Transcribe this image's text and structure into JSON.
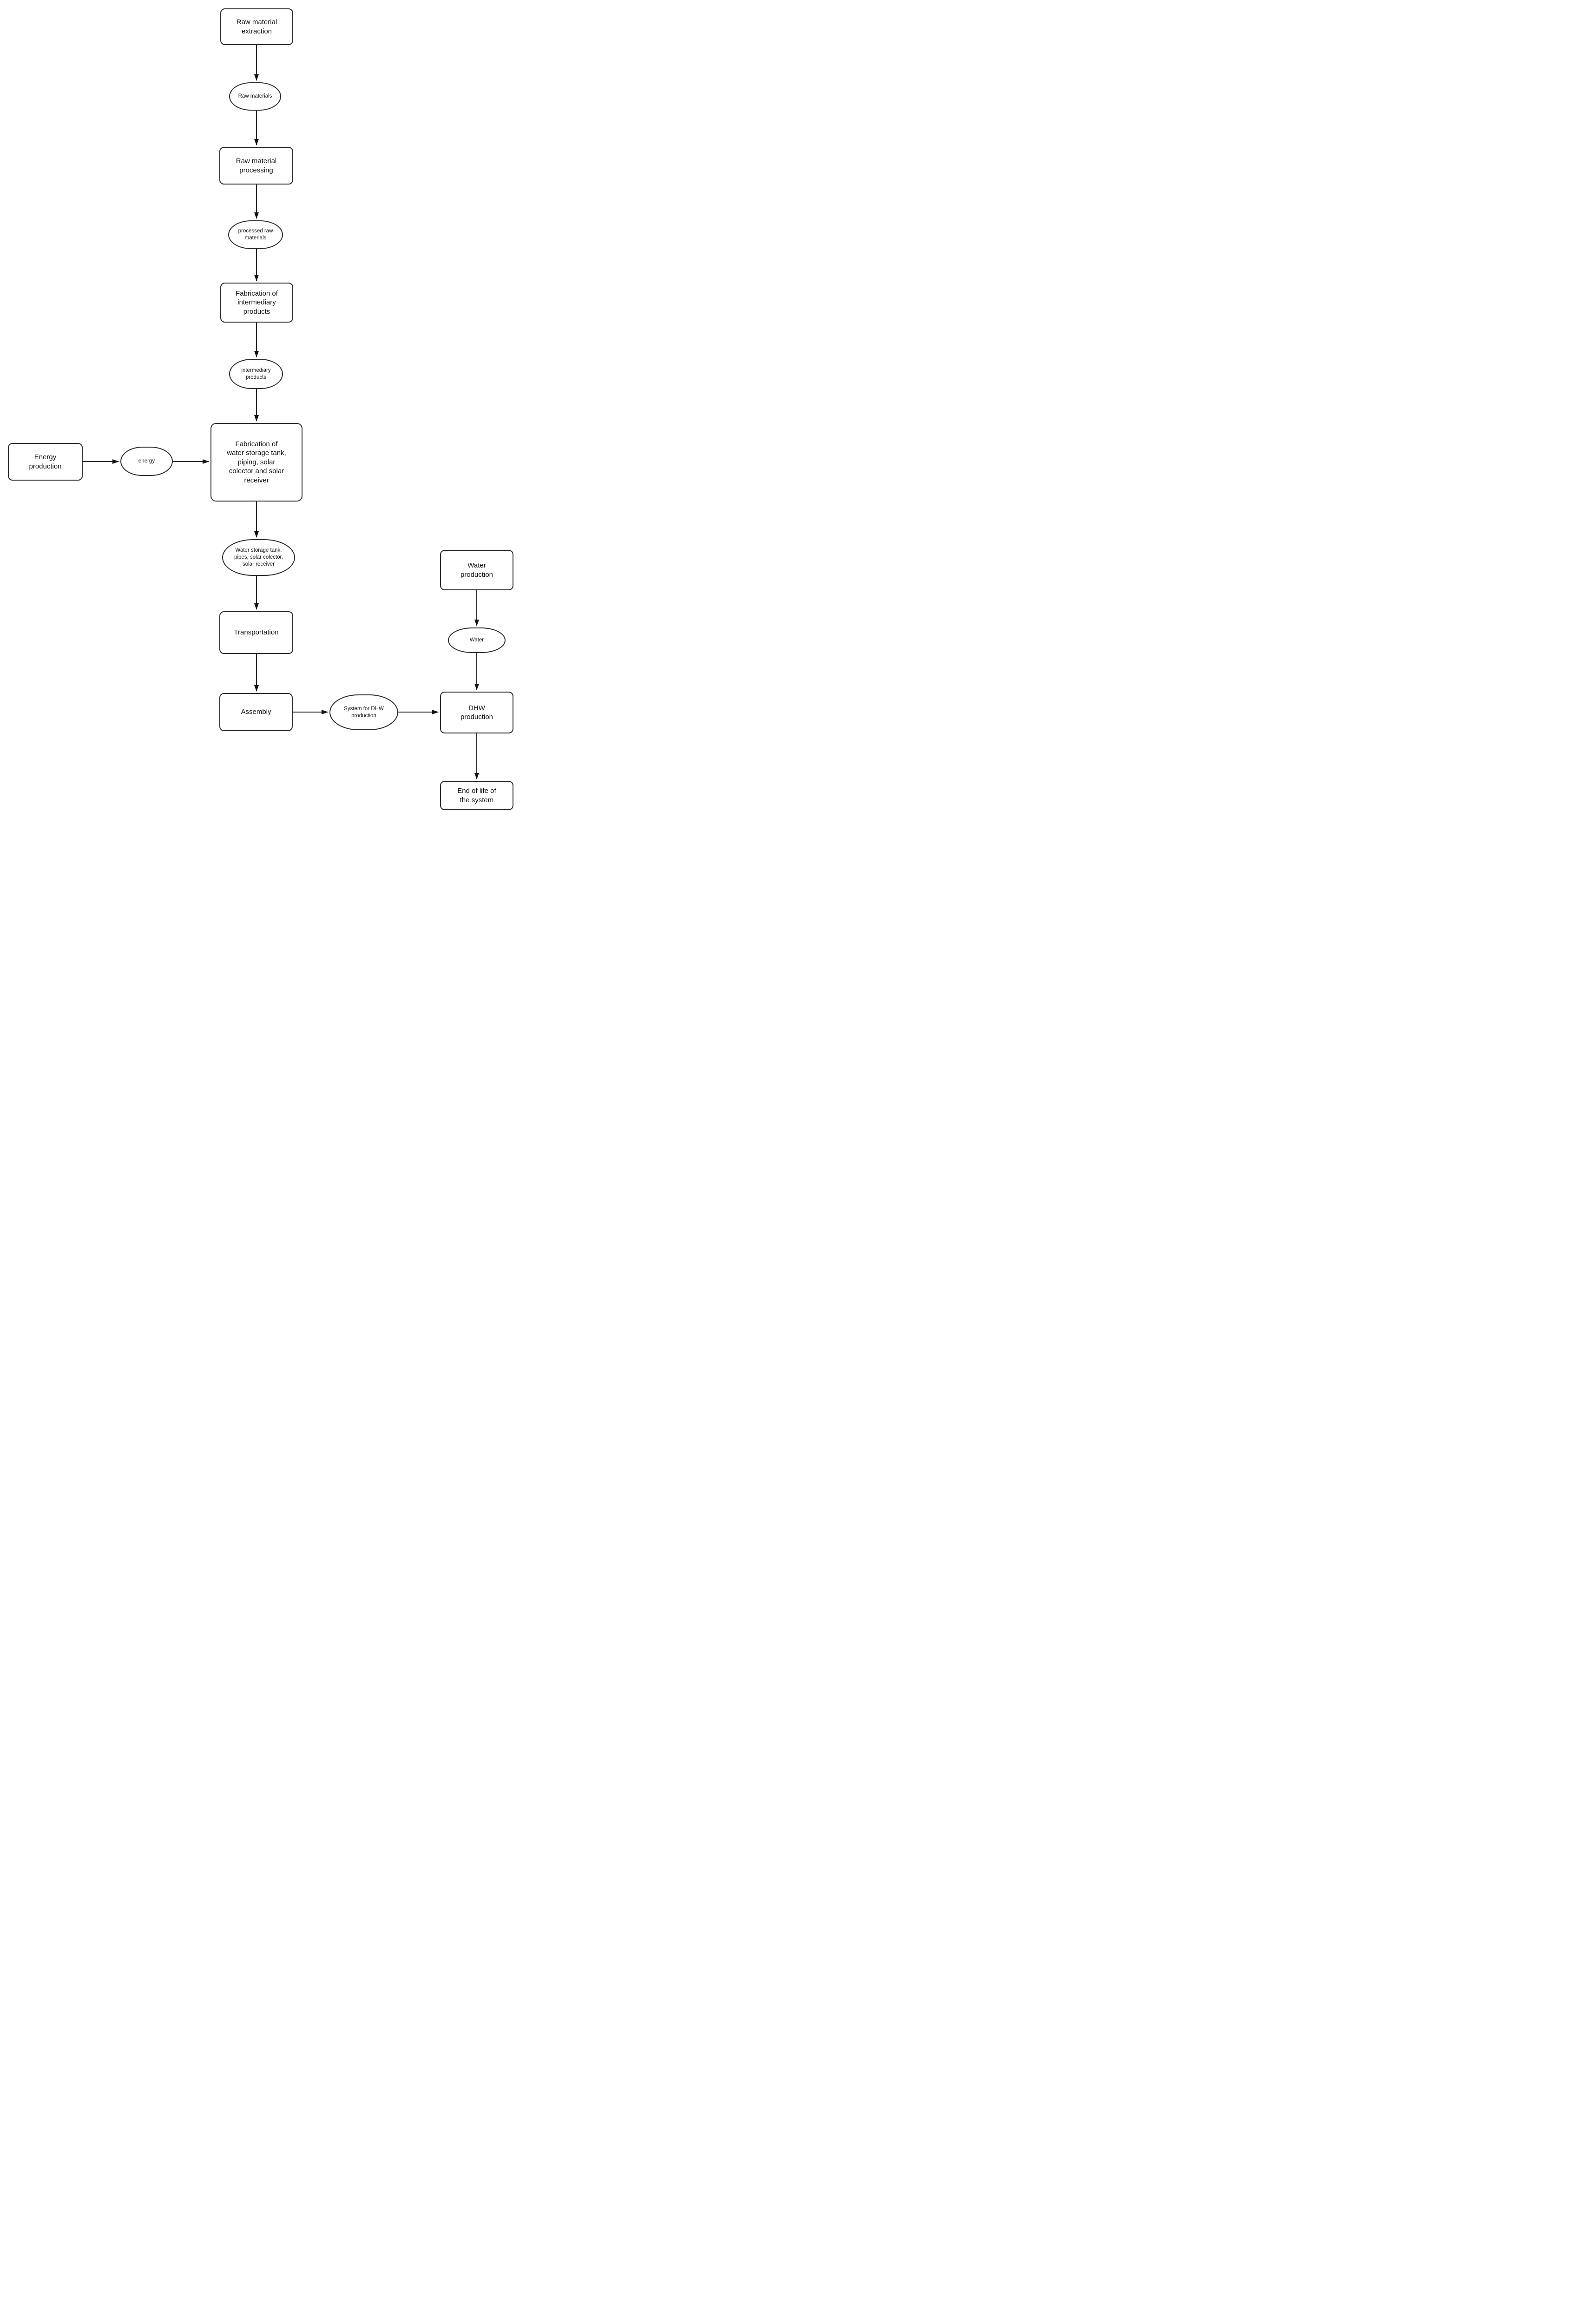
{
  "diagram": {
    "background_color": "#ffffff",
    "shape_fill": "#ffffff",
    "shape_border_color": "#2d2d2d",
    "arrow_color": "#2a2a2a",
    "text_color": "#111111",
    "nodes": {
      "raw_material_extraction": {
        "label": "Raw material\nextraction",
        "shape": "rounded-rectangle"
      },
      "raw_materials": {
        "label": "Raw materials",
        "shape": "oval"
      },
      "raw_material_processing": {
        "label": "Raw material\nprocessing",
        "shape": "rounded-rectangle"
      },
      "processed_raw_materials": {
        "label": "processed raw\nmaterials",
        "shape": "oval"
      },
      "fabrication_intermediary": {
        "label": "Fabrication of\nintermediary\nproducts",
        "shape": "rounded-rectangle"
      },
      "intermediary_products": {
        "label": "intermediary\nproducts",
        "shape": "oval"
      },
      "energy_production": {
        "label": "Energy\nproduction",
        "shape": "rounded-rectangle"
      },
      "energy": {
        "label": "energy",
        "shape": "oval"
      },
      "fabrication_components": {
        "label": "Fabrication of\nwater storage tank,\npiping, solar\ncolector and solar\nreceiver",
        "shape": "rounded-rectangle"
      },
      "water_storage_tank_parts": {
        "label": "Water storage tank,\npipes, solar colector,\nsolar receiver",
        "shape": "oval"
      },
      "transportation": {
        "label": "Transportation",
        "shape": "rounded-rectangle"
      },
      "assembly": {
        "label": "Assembly",
        "shape": "rounded-rectangle"
      },
      "system_for_dhw_production": {
        "label": "System for DHW\nproduction",
        "shape": "oval"
      },
      "water_production": {
        "label": "Water\nproduction",
        "shape": "rounded-rectangle"
      },
      "water": {
        "label": "Water",
        "shape": "oval"
      },
      "dhw_production": {
        "label": "DHW\nproduction",
        "shape": "rounded-rectangle"
      },
      "end_of_life": {
        "label": "End of life of\nthe system",
        "shape": "rounded-rectangle"
      }
    },
    "edges": [
      {
        "from": "raw_material_extraction",
        "to": "raw_materials"
      },
      {
        "from": "raw_materials",
        "to": "raw_material_processing"
      },
      {
        "from": "raw_material_processing",
        "to": "processed_raw_materials"
      },
      {
        "from": "processed_raw_materials",
        "to": "fabrication_intermediary"
      },
      {
        "from": "fabrication_intermediary",
        "to": "intermediary_products"
      },
      {
        "from": "intermediary_products",
        "to": "fabrication_components"
      },
      {
        "from": "energy_production",
        "to": "energy"
      },
      {
        "from": "energy",
        "to": "fabrication_components"
      },
      {
        "from": "fabrication_components",
        "to": "water_storage_tank_parts"
      },
      {
        "from": "water_storage_tank_parts",
        "to": "transportation"
      },
      {
        "from": "transportation",
        "to": "assembly"
      },
      {
        "from": "assembly",
        "to": "system_for_dhw_production"
      },
      {
        "from": "system_for_dhw_production",
        "to": "dhw_production"
      },
      {
        "from": "water_production",
        "to": "water"
      },
      {
        "from": "water",
        "to": "dhw_production"
      },
      {
        "from": "dhw_production",
        "to": "end_of_life"
      }
    ]
  }
}
